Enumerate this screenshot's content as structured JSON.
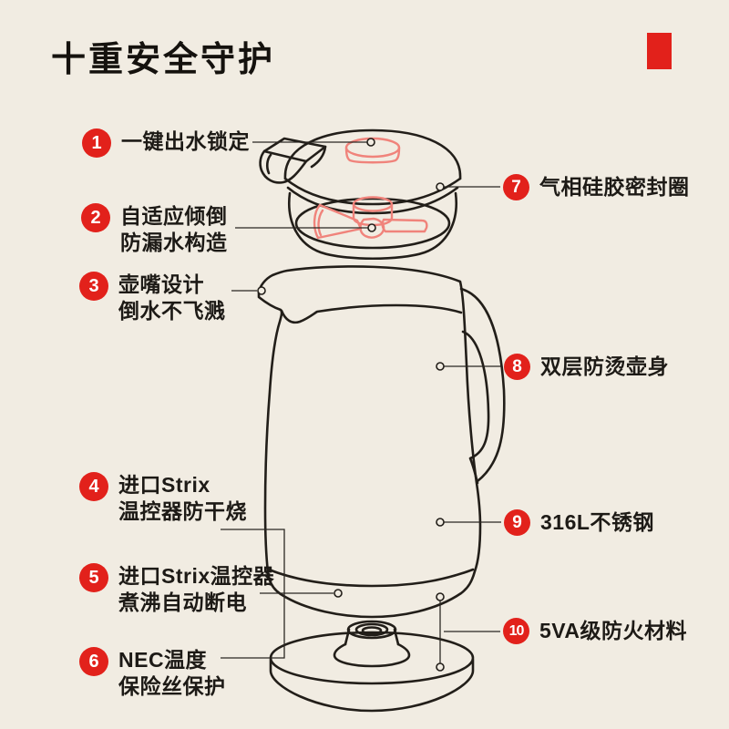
{
  "page": {
    "title": "十重安全守护",
    "background_color": "#f1ece2",
    "accent_color": "#e2211b"
  },
  "illustration": {
    "name": "electric-kettle-exploded-line-drawing",
    "parts": [
      "kettle-lid",
      "kettle-body",
      "kettle-base"
    ],
    "line_color": "#221e19",
    "highlight_color": "#f0837b"
  },
  "callouts": {
    "left": [
      {
        "number": "1",
        "lines": [
          "一键出水锁定"
        ]
      },
      {
        "number": "2",
        "lines": [
          "自适应倾倒",
          "防漏水构造"
        ]
      },
      {
        "number": "3",
        "lines": [
          "壶嘴设计",
          "倒水不飞溅"
        ]
      },
      {
        "number": "4",
        "lines": [
          "进口Strix",
          "温控器防干烧"
        ]
      },
      {
        "number": "5",
        "lines": [
          "进口Strix温控器",
          "煮沸自动断电"
        ]
      },
      {
        "number": "6",
        "lines": [
          "NEC温度",
          "保险丝保护"
        ]
      }
    ],
    "right": [
      {
        "number": "7",
        "lines": [
          "气相硅胶密封圈"
        ]
      },
      {
        "number": "8",
        "lines": [
          "双层防烫壶身"
        ]
      },
      {
        "number": "9",
        "lines": [
          "316L不锈钢"
        ]
      },
      {
        "number": "10",
        "lines": [
          "5VA级防火材料"
        ]
      }
    ]
  }
}
